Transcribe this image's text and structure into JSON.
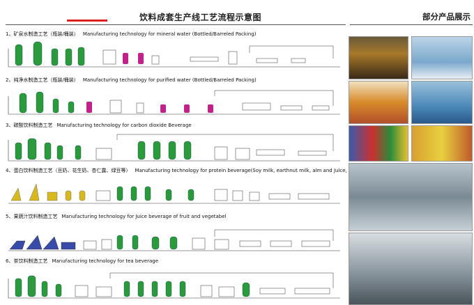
{
  "header": {
    "title": "饮料成套生产线工艺流程示意图",
    "right_title": "部分产品展示"
  },
  "sections": [
    {
      "cn": "1、矿泉水制造工艺（瓶装/桶装）",
      "en": "Manufacturing technology for mineral water (Bottled/Barreled Packing)",
      "accent": "#2a9a3a"
    },
    {
      "cn": "2、纯净水制造工艺（瓶装/桶装）",
      "en": "Manufacturing technology for purified water (Bottled/Barreled Packing)",
      "accent": "#c0228a"
    },
    {
      "cn": "3、碳酸饮料制造工艺",
      "en": "Manufacturing technology for carbon dioxide Beverage",
      "accent": "#2a9a3a"
    },
    {
      "cn": "4、蛋白饮料制造工艺（豆奶、花生奶、杏仁露、绿豆等）",
      "en": "Manufacturing technology for protein beverage(Soy milk, earthnut milk, alm and Juice, mung bean)",
      "accent": "#d8b820"
    },
    {
      "cn": "5、果蔬汁饮料制造工艺",
      "en": "Manufacturing technology for Juice beverage of fruit and vegetabel",
      "accent": "#3a4aa8"
    },
    {
      "cn": "6、茶饮料制造工艺",
      "en": "Manufacturing technology for tea beverage",
      "accent": "#2a9a3a"
    }
  ]
}
